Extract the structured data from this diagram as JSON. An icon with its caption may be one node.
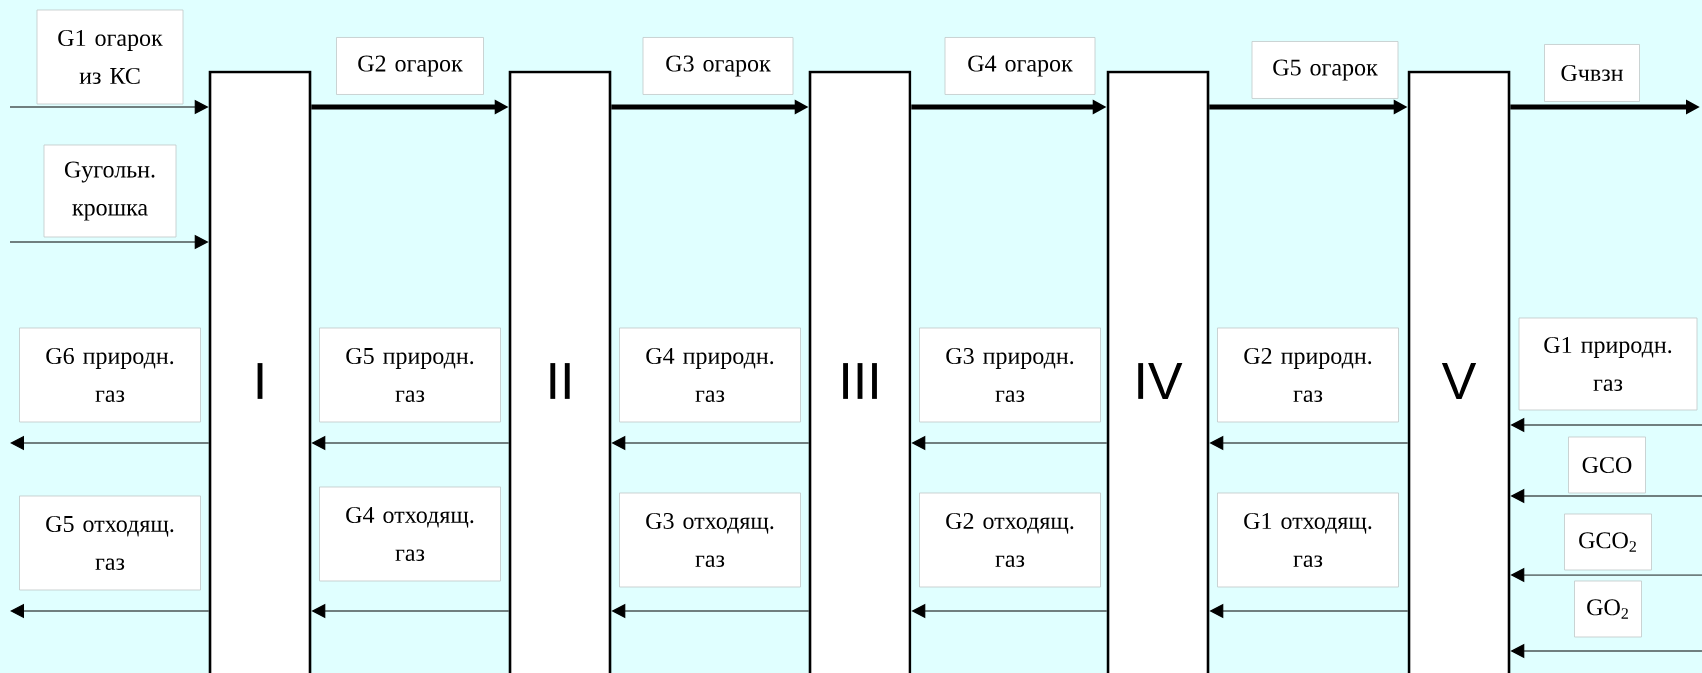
{
  "diagram": {
    "nodes": [
      {
        "text": [
          "I"
        ]
      },
      {
        "text": [
          "II"
        ]
      },
      {
        "text": [
          "III"
        ]
      },
      {
        "text": [
          "IV"
        ]
      },
      {
        "text": [
          "V"
        ]
      }
    ],
    "edges": [
      {
        "from": null,
        "to": 0,
        "arrow": "to",
        "label": "G1 огарок из КС"
      },
      {
        "from": null,
        "to": 0,
        "arrow": "to",
        "label": "Gугольн. крошка"
      },
      {
        "from": 0,
        "to": 1,
        "arrow": "to",
        "label": "G2 огарок",
        "style": "thick"
      },
      {
        "from": 1,
        "to": 2,
        "arrow": "to",
        "label": "G3 огарок",
        "style": "thick"
      },
      {
        "from": 2,
        "to": 3,
        "arrow": "to",
        "label": "G4 огарок",
        "style": "thick"
      },
      {
        "from": 3,
        "to": 4,
        "arrow": "to",
        "label": "G5 огарок",
        "style": "thick"
      },
      {
        "from": 4,
        "to": null,
        "arrow": "to",
        "label": "Gчвзн",
        "style": "thick"
      },
      {
        "from": 0,
        "to": null,
        "arrow": "to",
        "label": "G6 природн. газ"
      },
      {
        "from": 1,
        "to": 0,
        "arrow": "to",
        "label": "G5 природн. газ"
      },
      {
        "from": 2,
        "to": 1,
        "arrow": "to",
        "label": "G4 природн. газ"
      },
      {
        "from": 3,
        "to": 2,
        "arrow": "to",
        "label": "G3 природн. газ"
      },
      {
        "from": 4,
        "to": 3,
        "arrow": "to",
        "label": "G2 природн. газ"
      },
      {
        "from": 0,
        "to": null,
        "arrow": "to",
        "label": "G5 отходящ. газ"
      },
      {
        "from": 1,
        "to": 0,
        "arrow": "to",
        "label": "G4 отходящ. газ"
      },
      {
        "from": 2,
        "to": 1,
        "arrow": "to",
        "label": "G3 отходящ. газ"
      },
      {
        "from": 3,
        "to": 2,
        "arrow": "to",
        "label": "G2 отходящ. газ"
      },
      {
        "from": 4,
        "to": 3,
        "arrow": "to",
        "label": "G1 отходящ. газ"
      },
      {
        "from": null,
        "to": 4,
        "arrow": "to",
        "label": "G1 природн. газ"
      },
      {
        "from": null,
        "to": 4,
        "arrow": "to",
        "label": "GCO"
      },
      {
        "from": null,
        "to": 4,
        "arrow": "to",
        "label": "GCO$_{2}$"
      },
      {
        "from": null,
        "to": 4,
        "arrow": "to",
        "label": "GO$_{2}$"
      }
    ]
  }
}
